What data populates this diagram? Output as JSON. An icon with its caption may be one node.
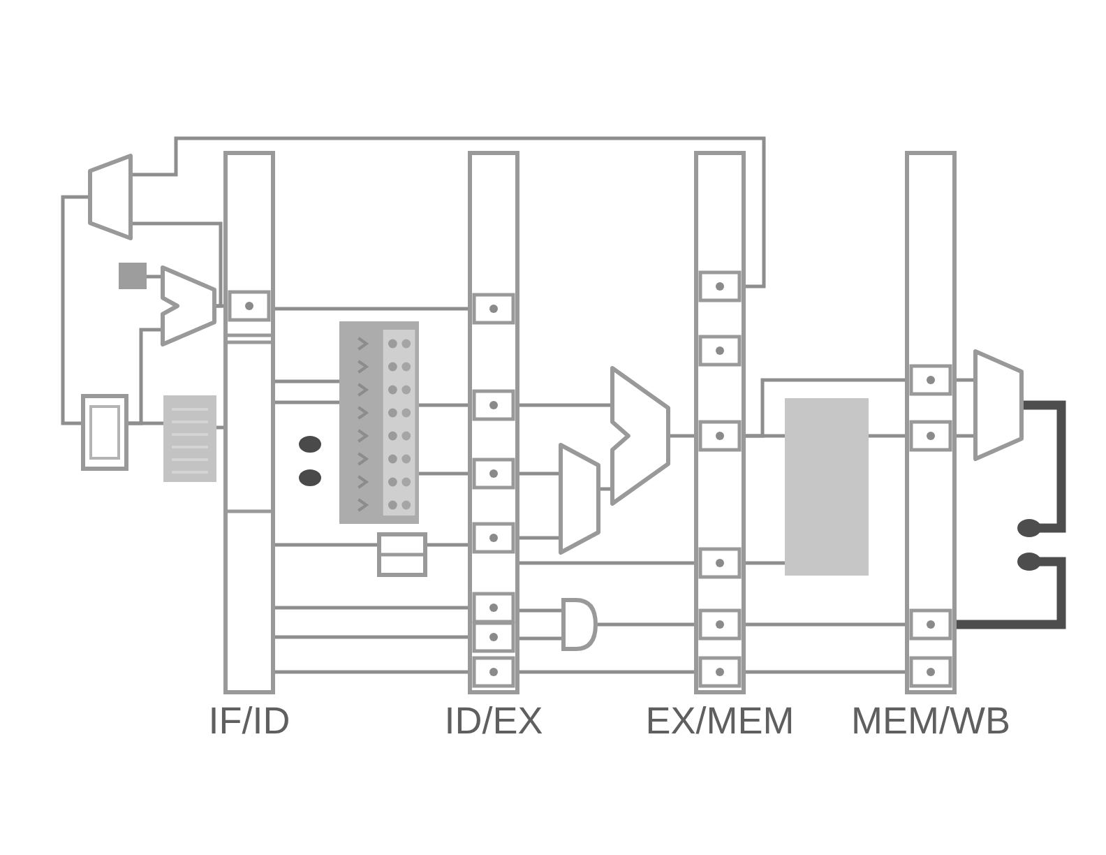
{
  "diagram": {
    "nodes": [
      {
        "text": [
          "IF/ID"
        ]
      },
      {
        "text": [
          "ID/EX"
        ]
      },
      {
        "text": [
          "EX/MEM"
        ]
      },
      {
        "text": [
          "MEM/WB"
        ]
      },
      {
        "text": [],
        "shape": "trapezoid"
      },
      {
        "text": [],
        "shape": "box"
      },
      {
        "text": [],
        "shape": "adder"
      },
      {
        "text": [],
        "shape": "box"
      },
      {
        "text": [],
        "shape": "box"
      },
      {
        "text": [],
        "shape": "box"
      },
      {
        "text": [],
        "shape": "box"
      },
      {
        "text": [],
        "shape": "trapezoid"
      },
      {
        "text": [],
        "shape": "adder"
      },
      {
        "text": [],
        "shape": "gate"
      },
      {
        "text": [],
        "shape": "box"
      },
      {
        "text": [],
        "shape": "trapezoid"
      }
    ],
    "edges": [
      {
        "from": 2,
        "to": 4,
        "arrow": "none"
      },
      {
        "from": 6,
        "to": 4,
        "arrow": "none"
      },
      {
        "from": 5,
        "to": 6,
        "arrow": "none"
      },
      {
        "from": 7,
        "to": 6,
        "arrow": "none"
      },
      {
        "from": 4,
        "to": 7,
        "arrow": "none"
      },
      {
        "from": 7,
        "to": 8,
        "arrow": "none"
      },
      {
        "from": 8,
        "to": 0,
        "arrow": "none"
      },
      {
        "from": 6,
        "to": 0,
        "arrow": "none"
      },
      {
        "from": 0,
        "to": 9,
        "arrow": "none"
      },
      {
        "from": 0,
        "to": 9,
        "arrow": "none"
      },
      {
        "from": 0,
        "to": 10,
        "arrow": "none"
      },
      {
        "from": 10,
        "to": 1,
        "arrow": "none"
      },
      {
        "from": 0,
        "to": 1,
        "arrow": "none"
      },
      {
        "from": 9,
        "to": 1,
        "arrow": "none"
      },
      {
        "from": 9,
        "to": 1,
        "arrow": "none"
      },
      {
        "from": 0,
        "to": 1,
        "arrow": "none"
      },
      {
        "from": 0,
        "to": 1,
        "arrow": "none"
      },
      {
        "from": 0,
        "to": 1,
        "arrow": "none"
      },
      {
        "from": 1,
        "to": 12,
        "arrow": "none"
      },
      {
        "from": 1,
        "to": 11,
        "arrow": "none"
      },
      {
        "from": 1,
        "to": 11,
        "arrow": "none"
      },
      {
        "from": 1,
        "to": 2,
        "arrow": "none"
      },
      {
        "from": 11,
        "to": 12,
        "arrow": "none"
      },
      {
        "from": 12,
        "to": 2,
        "arrow": "none"
      },
      {
        "from": 1,
        "to": 13,
        "arrow": "none"
      },
      {
        "from": 1,
        "to": 13,
        "arrow": "none"
      },
      {
        "from": 13,
        "to": 2,
        "arrow": "none"
      },
      {
        "from": 1,
        "to": 2,
        "arrow": "none"
      },
      {
        "from": 2,
        "to": 14,
        "arrow": "none"
      },
      {
        "from": 2,
        "to": 14,
        "arrow": "none"
      },
      {
        "from": 2,
        "to": 3,
        "arrow": "none"
      },
      {
        "from": 14,
        "to": 3,
        "arrow": "none"
      },
      {
        "from": 2,
        "to": 3,
        "arrow": "none"
      },
      {
        "from": 2,
        "to": 3,
        "arrow": "none"
      },
      {
        "from": 3,
        "to": 15,
        "arrow": "none"
      },
      {
        "from": 3,
        "to": 15,
        "arrow": "none"
      },
      {
        "from": 15,
        "to": null,
        "arrow": "other",
        "style": "thick",
        "color": "#4d4d4d"
      },
      {
        "from": 3,
        "to": null,
        "arrow": "other",
        "style": "thick",
        "color": "#4d4d4d"
      }
    ]
  }
}
